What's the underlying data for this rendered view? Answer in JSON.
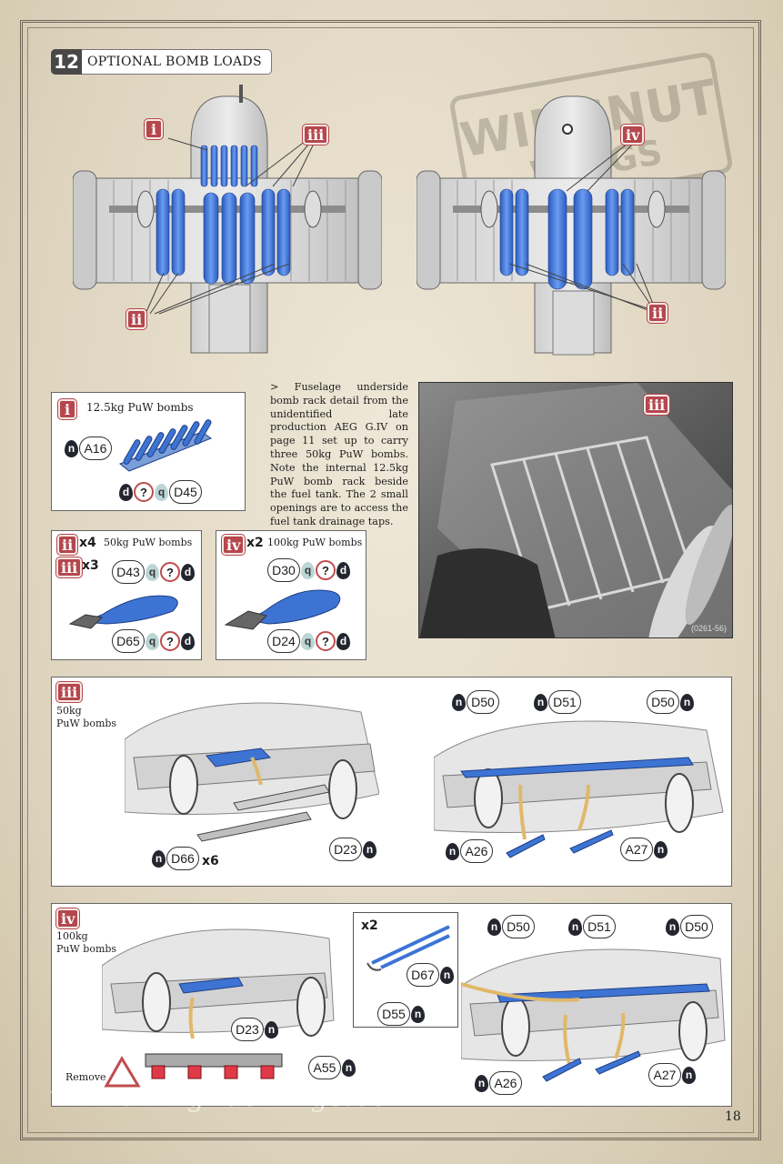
{
  "step": {
    "number": "12",
    "title": "OPTIONAL BOMB LOADS"
  },
  "watermark": {
    "brand_line1": "WINGNUT",
    "brand_line2": "WINGS",
    "website": "www.wingnutwings.com"
  },
  "page_number": "18",
  "plan_views": {
    "left": {
      "callouts": [
        "i",
        "iii",
        "ii"
      ]
    },
    "right": {
      "callouts": [
        "iv",
        "ii"
      ]
    }
  },
  "panel_i": {
    "badge": "i",
    "title": "12.5kg PuW bombs",
    "parts": [
      {
        "drops": [
          "n"
        ],
        "code": "A16"
      },
      {
        "drops": [
          "d"
        ],
        "qmark": "?",
        "light": "q",
        "code": "D45"
      }
    ]
  },
  "panel_ii_iii": {
    "badge_ii": "ii",
    "mult_ii": "x4",
    "title": "50kg PuW bombs",
    "badge_iii": "iii",
    "mult_iii": "x3",
    "top": {
      "code": "D43",
      "light": "q",
      "qmark": "?",
      "drop": "d"
    },
    "bottom": {
      "code": "D65",
      "light": "q",
      "qmark": "?",
      "drop": "d"
    }
  },
  "panel_iv": {
    "badge": "iv",
    "mult": "x2",
    "title": "100kg PuW bombs",
    "top": {
      "code": "D30",
      "light": "q",
      "qmark": "?",
      "drop": "d"
    },
    "bottom": {
      "code": "D24",
      "light": "q",
      "qmark": "?",
      "drop": "d"
    }
  },
  "note_text": "> Fuselage underside bomb rack detail from the unidentified late production AEG G.IV on page 11 set up to carry three 50kg PuW bombs. Note the internal 12.5kg PuW bomb rack beside the fuel tank. The 2 small openings are to access the fuel tank drainage taps.",
  "photo": {
    "callout": "iii",
    "credit": "(0261-56)"
  },
  "section_iii": {
    "badge": "iii",
    "title_line1": "50kg",
    "title_line2": "PuW bombs",
    "left": {
      "d66": "D66",
      "n": "n",
      "mult": "x6",
      "d23": "D23"
    },
    "right": {
      "d50a": "D50",
      "d51": "D51",
      "d50b": "D50",
      "a26": "A26",
      "a27": "A27",
      "n": "n"
    }
  },
  "section_iv": {
    "badge": "iv",
    "title_line1": "100kg",
    "title_line2": "PuW bombs",
    "left": {
      "d23": "D23",
      "a55": "A55",
      "remove": "Remove",
      "n": "n"
    },
    "inset": {
      "mult": "x2",
      "d67": "D67",
      "d55": "D55",
      "n": "n"
    },
    "right": {
      "d50a": "D50",
      "d51": "D51",
      "d50b": "D50",
      "a26": "A26",
      "a27": "A27",
      "n": "n"
    }
  },
  "colors": {
    "bomb_blue": "#3d74d4",
    "badge_red": "#b5474d",
    "ink_dark": "#23262f",
    "paint_light": "#bcd6d6",
    "paper": "#e3dccb"
  }
}
